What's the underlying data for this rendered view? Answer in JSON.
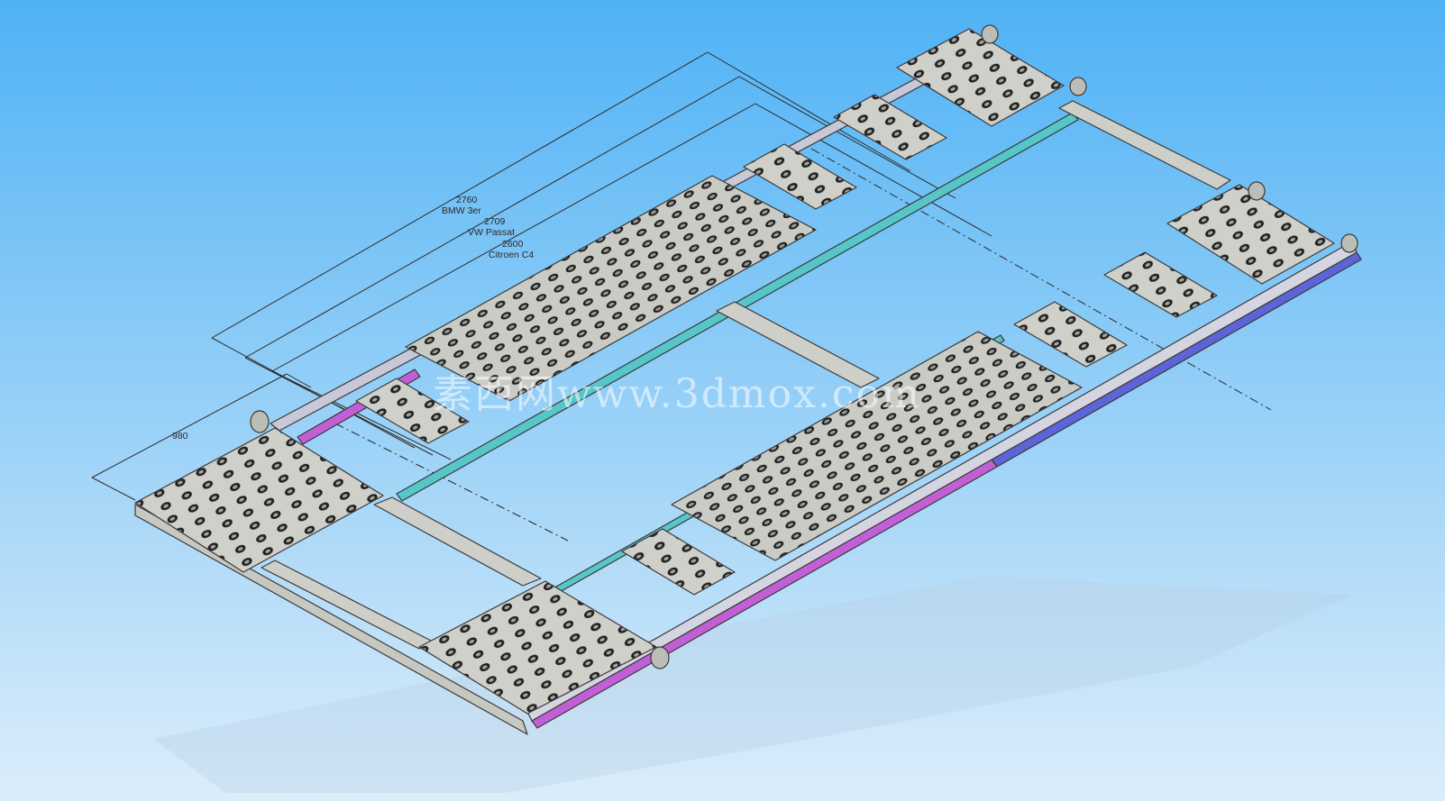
{
  "dimensions": {
    "bmw": {
      "value": "2760",
      "model": "BMW 3er"
    },
    "passat": {
      "value": "2709",
      "model": "VW Passat"
    },
    "citroen": {
      "value": "2600",
      "model": "Citroen C4"
    },
    "width": {
      "value": "980"
    }
  },
  "watermark": "素西网www.3dmox.com",
  "colors": {
    "background_top": "#4fb2f5",
    "background_bottom": "#d9ecfa",
    "steel": "#c9c9c4",
    "rail_cyan": "#57c6c8",
    "rail_magenta": "#c35fd6",
    "rail_blue": "#5d64d8",
    "outline": "#3a3a3a"
  },
  "parts": [
    "top-left-plate",
    "top-right-plate",
    "right-end-plate",
    "long-top-rail",
    "long-bottom-rail",
    "left-end-plate",
    "bottom-plate",
    "cross-members",
    "lift-brackets"
  ]
}
